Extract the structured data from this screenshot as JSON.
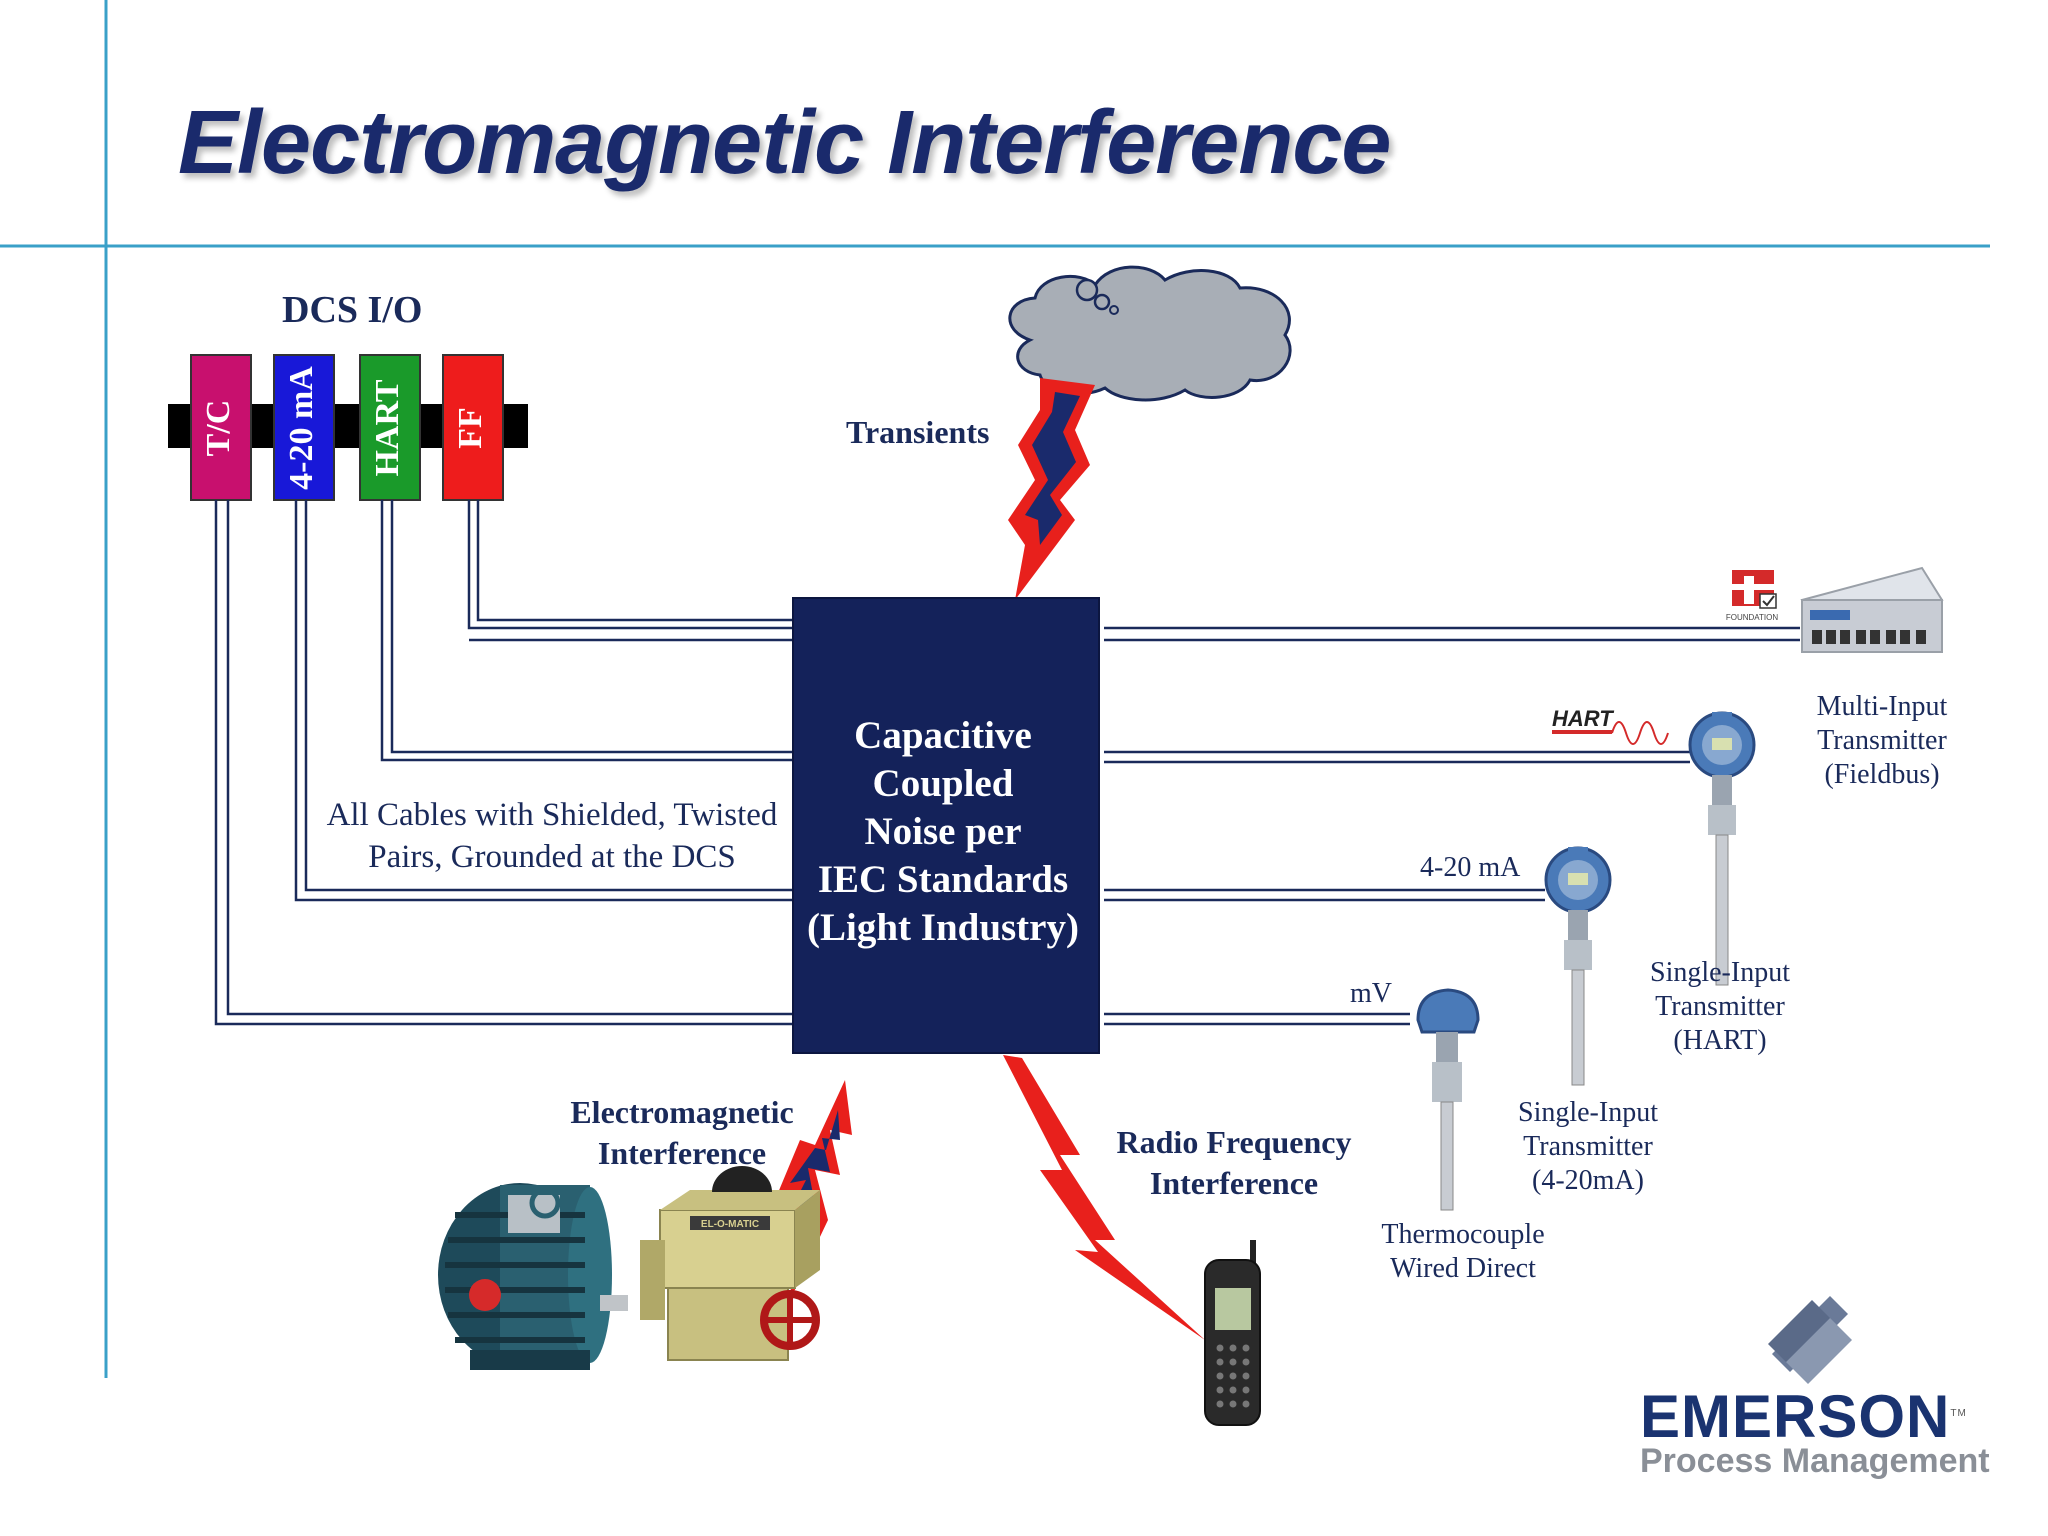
{
  "title": "Electromagnetic Interference",
  "dcs_label": "DCS I/O",
  "io_cards": [
    {
      "label": "T/C",
      "color": "#c8106e"
    },
    {
      "label": "4-20 mA",
      "color": "#1818d8"
    },
    {
      "label": "HART",
      "color": "#1a9a2a"
    },
    {
      "label": "FF",
      "color": "#ee1c1c"
    }
  ],
  "center_box": {
    "lines": [
      "Capacitive",
      "Coupled",
      "Noise per",
      "IEC Standards",
      "(Light Industry)"
    ],
    "color": "#14225a"
  },
  "labels": {
    "transients": "Transients",
    "cables_line1": "All Cables with Shielded, Twisted",
    "cables_line2": "Pairs, Grounded at the DCS",
    "emi_line1": "Electromagnetic",
    "emi_line2": "Interference",
    "rfi_line1": "Radio Frequency",
    "rfi_line2": "Interference",
    "ma_signal": "4-20 mA",
    "mv_signal": "mV"
  },
  "devices": {
    "multi_input": [
      "Multi-Input",
      "Transmitter",
      "(Fieldbus)"
    ],
    "single_hart": [
      "Single-Input",
      "Transmitter",
      "(HART)"
    ],
    "single_ma": [
      "Single-Input",
      "Transmitter",
      "(4-20mA)"
    ],
    "thermocouple": [
      "Thermocouple",
      "Wired Direct"
    ]
  },
  "logos": {
    "hart": "HART",
    "foundation": "FOUNDATION",
    "valve": "EL-O-MATIC"
  },
  "brand": {
    "name": "EMERSON",
    "tm": "TM",
    "sub": "Process Management"
  },
  "colors": {
    "accent_line": "#3aa0c8",
    "lightning_red": "#e8201c",
    "lightning_blue": "#1a2a6c"
  }
}
